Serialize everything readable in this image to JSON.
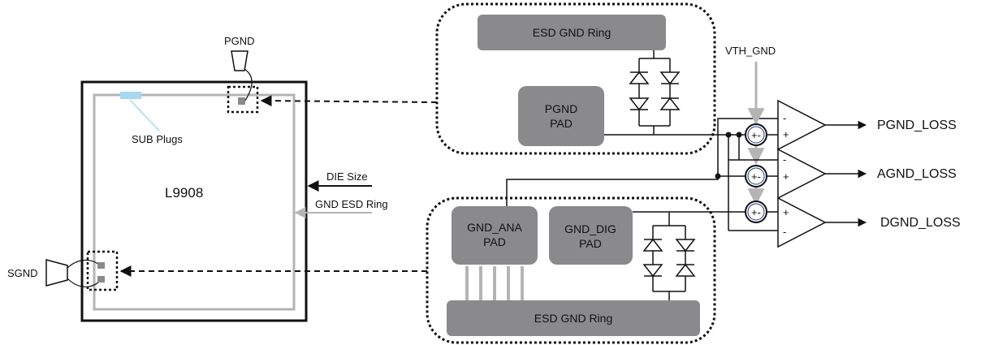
{
  "chip": {
    "name": "L9908",
    "labels": {
      "pgnd": "PGND",
      "sgnd": "SGND",
      "sub_plugs": "SUB Plugs",
      "die_size": "DIE Size",
      "gnd_esd_ring": "GND ESD Ring"
    }
  },
  "top_block": {
    "esd_ring": "ESD GND Ring",
    "pad_line1": "PGND",
    "pad_line2": "PAD"
  },
  "bottom_block": {
    "esd_ring": "ESD GND Ring",
    "ana_pad_line1": "GND_ANA",
    "ana_pad_line2": "PAD",
    "dig_pad_line1": "GND_DIG",
    "dig_pad_line2": "PAD"
  },
  "comparators": {
    "reference": "VTH_GND",
    "outputs": [
      "PGND_LOSS",
      "AGND_LOSS",
      "DGND_LOSS"
    ],
    "adder_symbol": "+-",
    "minus": "-",
    "plus": "+"
  },
  "colors": {
    "pad_fill": "#8a8a8c",
    "sub_plug": "#a6d8ef",
    "gray_line": "#b4b4b4",
    "adder_ring": "#1f3a8a"
  }
}
